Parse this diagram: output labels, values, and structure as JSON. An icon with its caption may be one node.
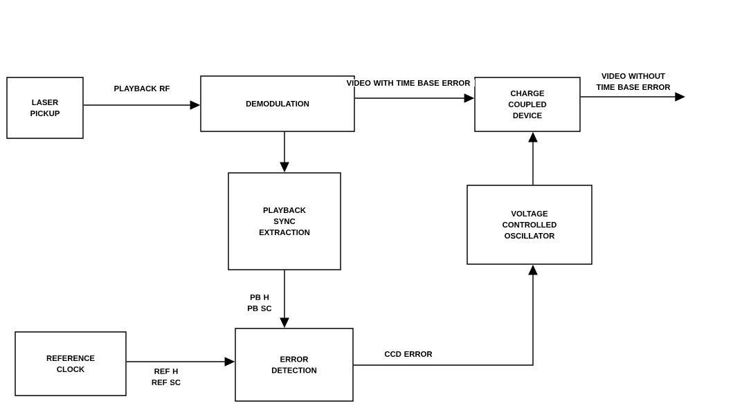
{
  "diagram": {
    "nodes": [
      {
        "text": [
          "LASER PICKUP"
        ]
      },
      {
        "text": [
          "DEMODULATION"
        ]
      },
      {
        "text": [
          "CHARGE COUPLED DEVICE"
        ]
      },
      {
        "text": [
          "PLAYBACK SYNC EXTRACTION"
        ]
      },
      {
        "text": [
          "VOLTAGE CONTROLLED OSCILLATOR"
        ]
      },
      {
        "text": [
          "REFERENCE CLOCK"
        ]
      },
      {
        "text": [
          "ERROR DETECTION"
        ]
      }
    ],
    "edges": [
      {
        "from": 0,
        "to": 1,
        "arrow": "to",
        "label": "PLAYBACK RF"
      },
      {
        "from": 1,
        "to": 2,
        "arrow": "to",
        "label": "VIDEO WITH TIME BASE ERROR"
      },
      {
        "from": 2,
        "to": null,
        "arrow": "to",
        "label": "VIDEO WITHOUT TIME BASE ERROR"
      },
      {
        "from": 1,
        "to": 3,
        "arrow": "to"
      },
      {
        "from": 3,
        "to": 6,
        "arrow": "to",
        "label": "PB H PB SC"
      },
      {
        "from": 5,
        "to": 6,
        "arrow": "to",
        "label": "REF H REF SC"
      },
      {
        "from": 6,
        "to": 4,
        "arrow": "to",
        "label": "CCD ERROR"
      },
      {
        "from": 4,
        "to": 2,
        "arrow": "to"
      }
    ]
  }
}
